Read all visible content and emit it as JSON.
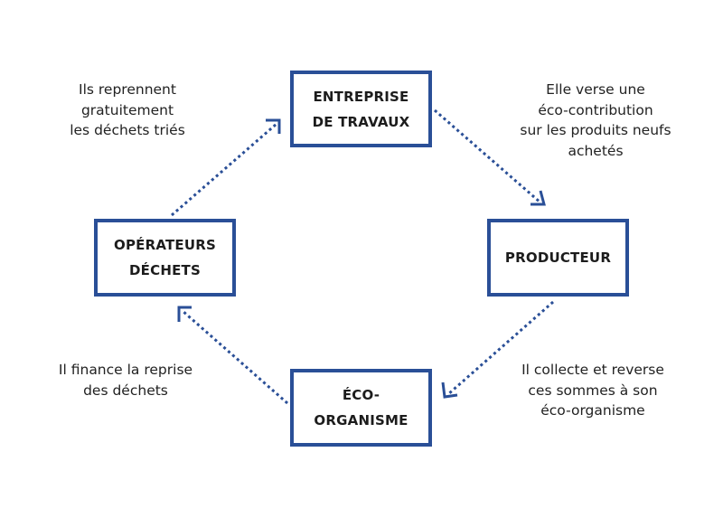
{
  "nodes": {
    "entreprise": {
      "label": "ENTREPRISE\nDE TRAVAUX"
    },
    "producteur": {
      "label": "PRODUCTEUR"
    },
    "eco": {
      "label": "ÉCO-\nORGANISME"
    },
    "operateurs": {
      "label": "OPÉRATEURS\nDÉCHETS"
    }
  },
  "captions": {
    "top_right": "Elle verse une\néco-contribution\nsur les produits neufs\nachetés",
    "bottom_right": "Il collecte et reverse\nces sommes à son\néco-organisme",
    "bottom_left": "Il finance la reprise\ndes déchets",
    "top_left": "Ils reprennent\ngratuitement\nles déchets triés"
  },
  "colors": {
    "accent": "#2a4f97"
  }
}
